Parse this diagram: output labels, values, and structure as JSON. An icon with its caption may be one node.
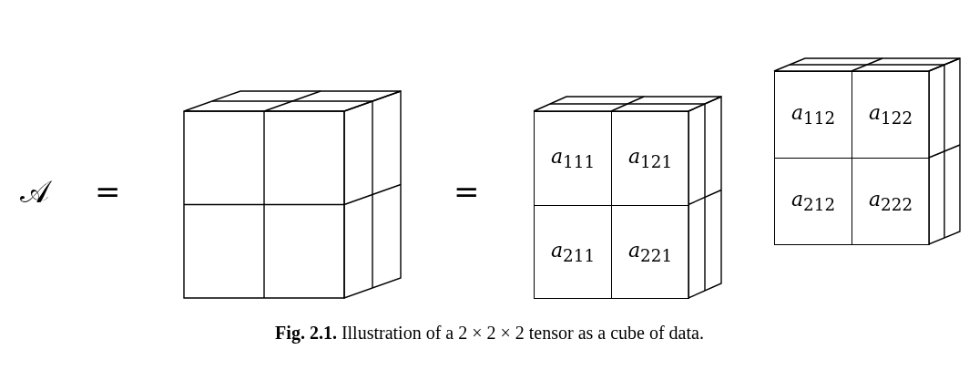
{
  "diagram": {
    "caption": "**Fig. 2.1.** Illustration of a 2 × 2 × 2 tensor as a cube of data.",
    "nodes": [
      {
        "text": [
          "*a*$_{111}$"
        ]
      },
      {
        "text": [
          "*a*$_{121}$"
        ]
      },
      {
        "text": [
          "*a*$_{211}$"
        ]
      },
      {
        "text": [
          "*a*$_{221}$"
        ]
      },
      {
        "text": [
          "*a*$_{112}$"
        ]
      },
      {
        "text": [
          "*a*$_{122}$"
        ]
      },
      {
        "text": [
          "*a*$_{212}$"
        ]
      },
      {
        "text": [
          "*a*$_{222}$"
        ]
      }
    ],
    "edges": [],
    "labels": [
      "𝒜",
      "=",
      "="
    ]
  }
}
